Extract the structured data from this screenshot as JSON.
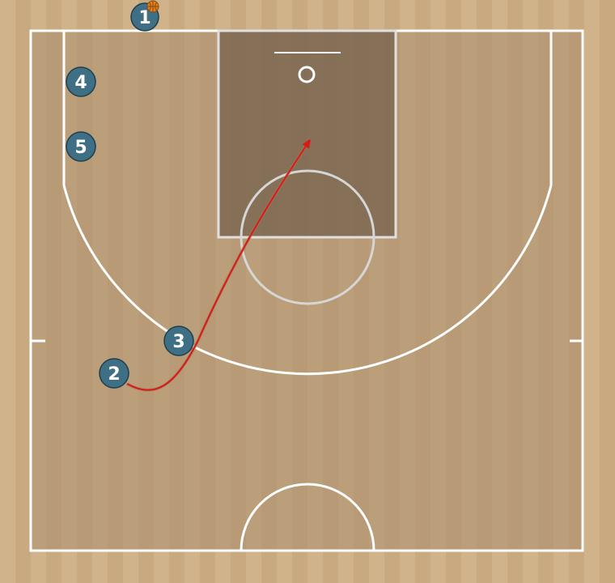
{
  "court": {
    "floor_light": "#d2b48c",
    "floor_stripe": "#c5a57a",
    "halfcourt_tint": "#a98e6d",
    "paint_fill": "#7d6a55",
    "line_color": "#ffffff",
    "inner_circle_color": "#d6d6d6"
  },
  "players": [
    {
      "label": "1",
      "has_ball": true
    },
    {
      "label": "2",
      "has_ball": false
    },
    {
      "label": "3",
      "has_ball": false
    },
    {
      "label": "4",
      "has_ball": false
    },
    {
      "label": "5",
      "has_ball": false
    }
  ],
  "player_color": "#3e6f84",
  "ball": {
    "icon": "basketball-icon",
    "color": "#e07f1c"
  },
  "cut": {
    "from": "2",
    "to": "basket",
    "color": "#d61a1a"
  }
}
